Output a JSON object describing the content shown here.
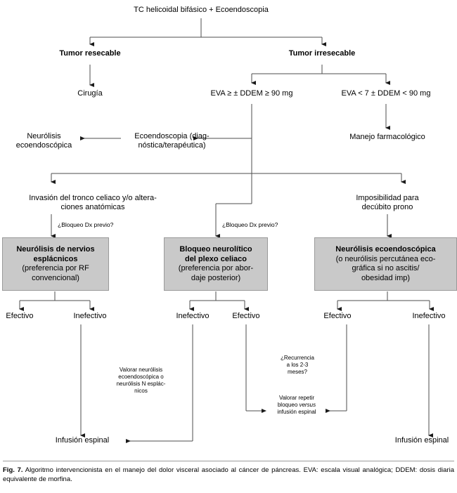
{
  "figure": {
    "caption_label": "Fig. 7.",
    "caption_text": " Algoritmo intervencionista en el manejo del dolor visceral asociado al cáncer de páncreas. EVA: escala visual analógica; DDEM: dosis diaria equivalente de morfina.",
    "box_fill_color": "#c9c9c9",
    "line_color": "#4d4d4d",
    "text_color": "#000000"
  },
  "nodes": {
    "root": "TC helicoidal bifásico + Ecoendoscopia",
    "tumor_resecable": "Tumor resecable",
    "tumor_irresecable": "Tumor irresecable",
    "cirugia": "Cirugía",
    "eva_high": "EVA ≥ ± DDEM ≥ 90 mg",
    "eva_low": "EVA < 7 ± DDEM < 90 mg",
    "neurolisis_ecoendoscopica": "Neurólisis\necoendoscópica",
    "ecoendoscopia_diag": "Ecoendoscopia (diag-\nnóstica/terapéutica)",
    "manejo_farmacologico": "Manejo farmacológico",
    "invasion_tronco": "Invasión del tronco celiaco y/o altera-\nciones anatómicas",
    "imposibilidad_prono": "Imposibilidad para\ndecúbito prono",
    "bloqueo_dx_previo_left": "¿Bloqueo Dx previo?",
    "bloqueo_dx_previo_mid": "¿Bloqueo Dx previo?",
    "valorar_neurolisis": "Valorar neurólisis\necoendoscópica o\nneurólisis N esplác-\nnicos",
    "recurrencia": "¿Recurrencia\na los 2-3\nmeses?",
    "valorar_repetir_line1": "Valorar repetir",
    "valorar_repetir_line2a": "bloqueo ",
    "valorar_repetir_line2b": "versus",
    "valorar_repetir_line3": "infusión espinal",
    "infusion_espinal_left": "Infusión espinal",
    "infusion_espinal_right": "Infusión espinal"
  },
  "treatment_boxes": [
    {
      "id": "neurolisis-nervios-esplacnicos",
      "header": "Neurólisis de nervios\nesplácnicos",
      "subtext": "(preferencia por RF\nconvencional)"
    },
    {
      "id": "bloqueo-neurolitico-plexo-celiaco",
      "header": "Bloqueo neurolítico\ndel plexo celiaco",
      "subtext": "(preferencia por abor-\ndaje posterior)"
    },
    {
      "id": "neurolisis-ecoendoscopica",
      "header": "Neurólisis ecoendoscópica",
      "subtext": "(o neurólisis percutánea eco-\ngráfica si no ascitis/\nobesidad imp)"
    }
  ],
  "outcomes": {
    "left_effective": "Efectivo",
    "left_ineffective": "Inefectivo",
    "mid_ineffective": "Inefectivo",
    "mid_effective": "Efectivo",
    "right_effective": "Efectivo",
    "right_ineffective": "Inefectivo"
  }
}
